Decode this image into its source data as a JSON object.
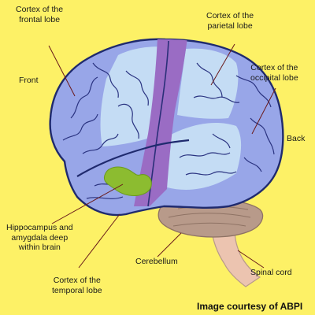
{
  "labels": {
    "frontal": [
      "Cortex of the",
      "frontal lobe"
    ],
    "parietal": [
      "Cortex of the",
      "parietal lobe"
    ],
    "occipital": [
      "Cortex of the",
      "occipital lobe"
    ],
    "front": "Front",
    "back": "Back",
    "hippocampus": [
      "Hippocampus and",
      "amygdala deep",
      "within brain"
    ],
    "temporal": [
      "Cortex of the",
      "temporal lobe"
    ],
    "cerebellum": "Cerebellum",
    "spinal_cord": "Spinal cord"
  },
  "credit": "Image courtesy of ABPI",
  "colors": {
    "background": "#fdf166",
    "cortex_blue": "#98a6e8",
    "cortex_light": "#c4dcf4",
    "motor_strip": "#9a6cc4",
    "limbic_green": "#8cbc30",
    "cerebellum": "#b89a8a",
    "spinal_cord": "#ecc4b0",
    "outline": "#1f2a6e"
  }
}
